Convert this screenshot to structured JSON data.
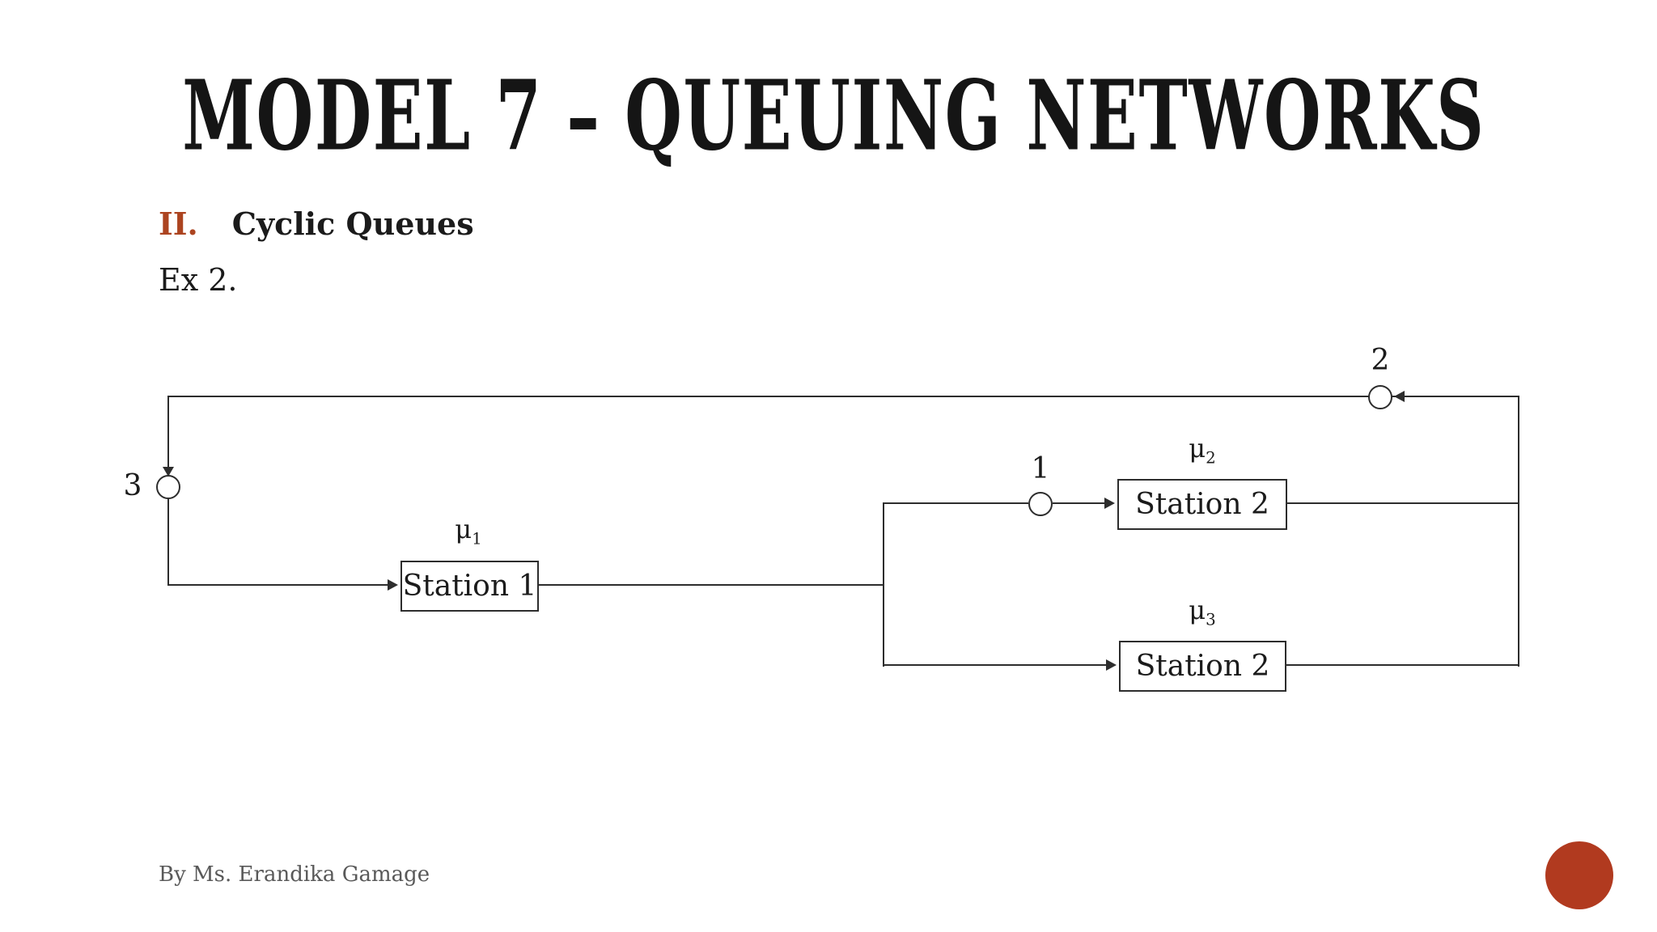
{
  "slide": {
    "title": "MODEL 7 – QUEUING NETWORKS",
    "section_number": "II.",
    "section_title": "Cyclic Queues",
    "example_label": "Ex 2.",
    "footer_credit": "By Ms. Erandika Gamage"
  },
  "diagram": {
    "nodes": [
      {
        "label": "3"
      },
      {
        "label": "1"
      },
      {
        "label": "2"
      }
    ],
    "stations": [
      {
        "name": "Station 1",
        "rate_symbol": "μ",
        "rate_sub": "1"
      },
      {
        "name": "Station 2",
        "rate_symbol": "μ",
        "rate_sub": "2"
      },
      {
        "name": "Station 2",
        "rate_symbol": "μ",
        "rate_sub": "3"
      }
    ]
  },
  "colors": {
    "accent_rust": "#ac4420",
    "logo_red": "#b13a1f",
    "line": "#2d2d2d",
    "footer_gray": "#595959"
  }
}
